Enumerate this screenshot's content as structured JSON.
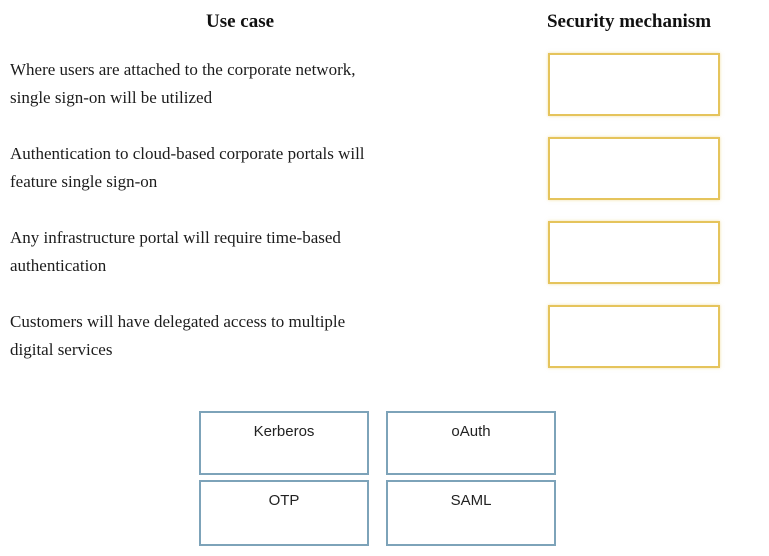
{
  "headers": {
    "use_case": "Use case",
    "security_mechanism": "Security mechanism"
  },
  "rows": [
    {
      "lines": [
        "Where users are attached to the corporate network,",
        "single sign-on will be utilized"
      ],
      "answer_value": ""
    },
    {
      "lines": [
        "Authentication to cloud-based corporate portals will",
        "feature single sign-on"
      ],
      "answer_value": ""
    },
    {
      "lines": [
        "Any infrastructure portal will require time-based",
        "authentication"
      ],
      "answer_value": ""
    },
    {
      "lines": [
        "Customers will have delegated access to multiple",
        "digital services"
      ],
      "answer_value": ""
    }
  ],
  "options": [
    {
      "label": "Kerberos"
    },
    {
      "label": "oAuth"
    },
    {
      "label": "OTP"
    },
    {
      "label": "SAML"
    }
  ],
  "colors": {
    "drop_target_border": "#e5c45c",
    "option_border": "#7da3b9",
    "text": "#1a1a1a",
    "background": "#ffffff"
  }
}
